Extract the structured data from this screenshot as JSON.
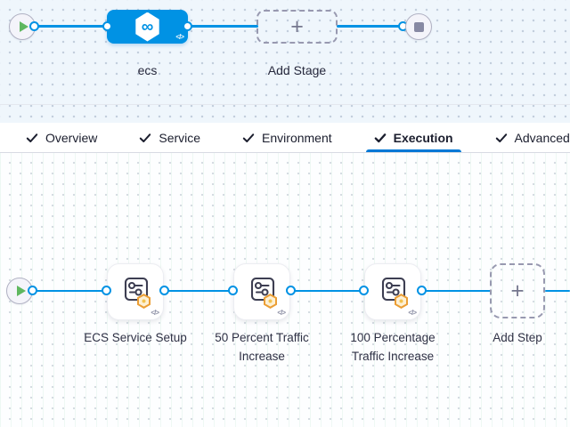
{
  "colors": {
    "accent_blue": "#0092E4",
    "tab_underline_blue": "#0278D5",
    "stage_node_bg": "#0092E4",
    "badge_orange": "#EB9E34"
  },
  "stage_pipeline": {
    "start_node": "play",
    "stage": {
      "name": "ecs"
    },
    "add_stage_label": "Add Stage",
    "plus": "+",
    "end_node": "stop"
  },
  "tabs": {
    "active": "Execution",
    "items": [
      {
        "label": "Overview",
        "checked": true
      },
      {
        "label": "Service",
        "checked": true
      },
      {
        "label": "Environment",
        "checked": true
      },
      {
        "label": "Execution",
        "checked": true
      },
      {
        "label": "Advanced",
        "checked": true
      }
    ]
  },
  "execution": {
    "steps": [
      {
        "label": "ECS Service Setup"
      },
      {
        "label": "50 Percent Traffic Increase"
      },
      {
        "label": "100 Percentage Traffic Increase"
      }
    ],
    "add_step_label": "Add Step",
    "plus": "+"
  },
  "icons": {
    "stage_type": "∞",
    "code": "</>"
  }
}
